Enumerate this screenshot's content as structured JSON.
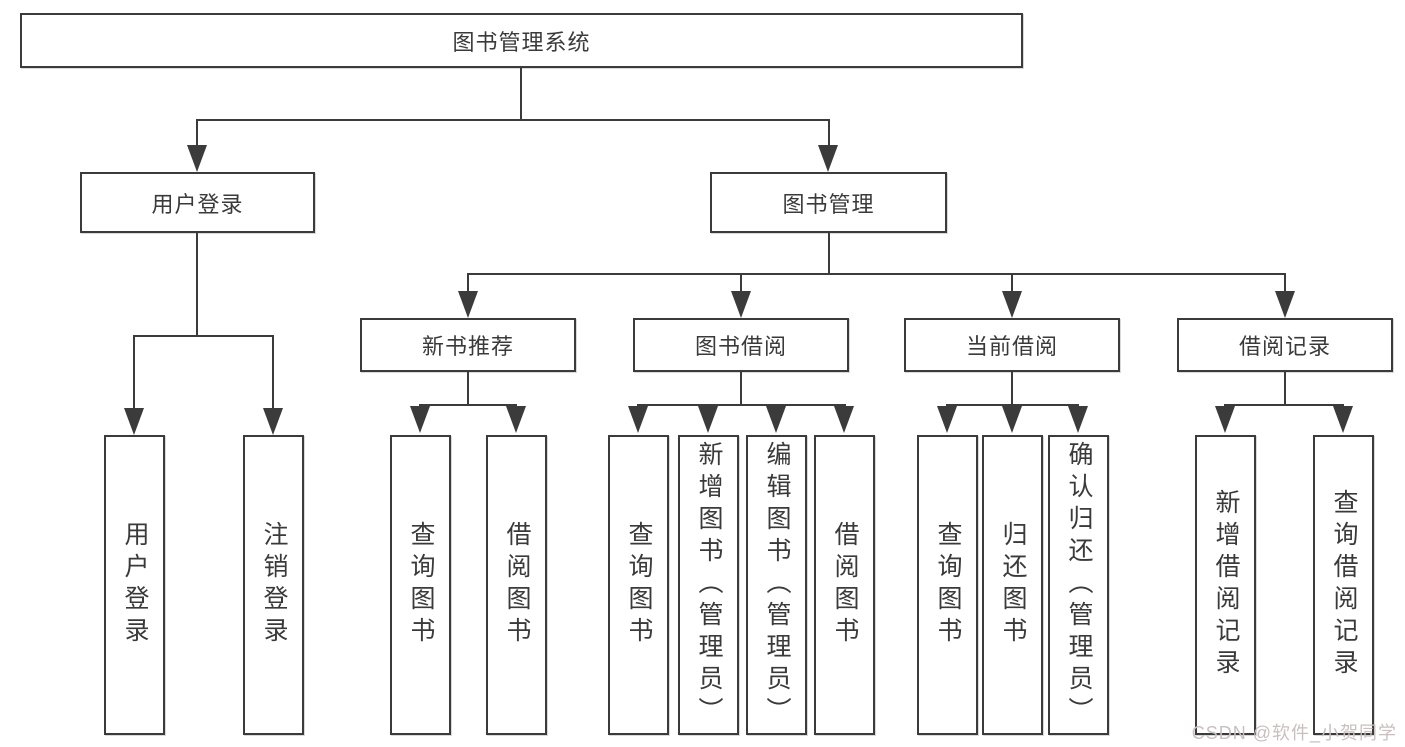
{
  "root": {
    "label": "图书管理系统"
  },
  "branches": [
    {
      "label": "用户登录",
      "children": [
        {
          "label": "用户登录"
        },
        {
          "label": "注销登录"
        }
      ]
    },
    {
      "label": "图书管理",
      "sections": [
        {
          "label": "新书推荐",
          "children": [
            {
              "label": "查询图书"
            },
            {
              "label": "借阅图书"
            }
          ]
        },
        {
          "label": "图书借阅",
          "children": [
            {
              "label": "查询图书"
            },
            {
              "label": "新增图书（管理员）"
            },
            {
              "label": "编辑图书（管理员）"
            },
            {
              "label": "借阅图书"
            }
          ]
        },
        {
          "label": "当前借阅",
          "children": [
            {
              "label": "查询图书"
            },
            {
              "label": "归还图书"
            },
            {
              "label": "确认归还（管理员）"
            }
          ]
        },
        {
          "label": "借阅记录",
          "children": [
            {
              "label": "新增借阅记录"
            },
            {
              "label": "查询借阅记录"
            }
          ]
        }
      ]
    }
  ],
  "watermark": "CSDN @软件_小贺同学",
  "colors": {
    "line": "#3b3b3b",
    "text": "#3a3a3a",
    "box_background": "#ffffff",
    "watermark": "#c9bfbf"
  }
}
